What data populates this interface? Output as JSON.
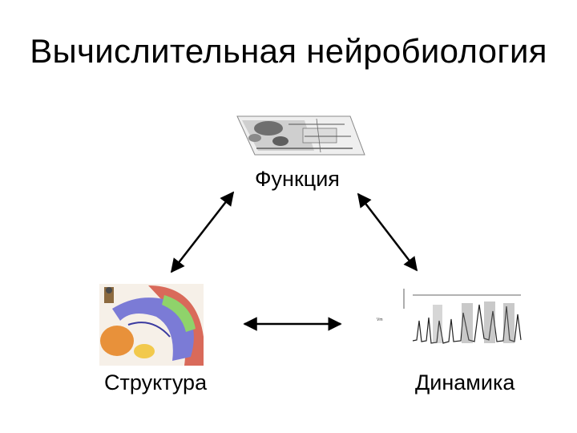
{
  "title": "Вычислительная нейробиология",
  "nodes": {
    "function": {
      "label": "Функция"
    },
    "structure": {
      "label": "Структура"
    },
    "dynamics": {
      "label": "Динамика"
    }
  },
  "colors": {
    "arrow": "#000000",
    "slice_purple": "#7b7bd6",
    "slice_orange": "#e8913a",
    "slice_green": "#8fd36b",
    "slice_red": "#c0392b"
  }
}
